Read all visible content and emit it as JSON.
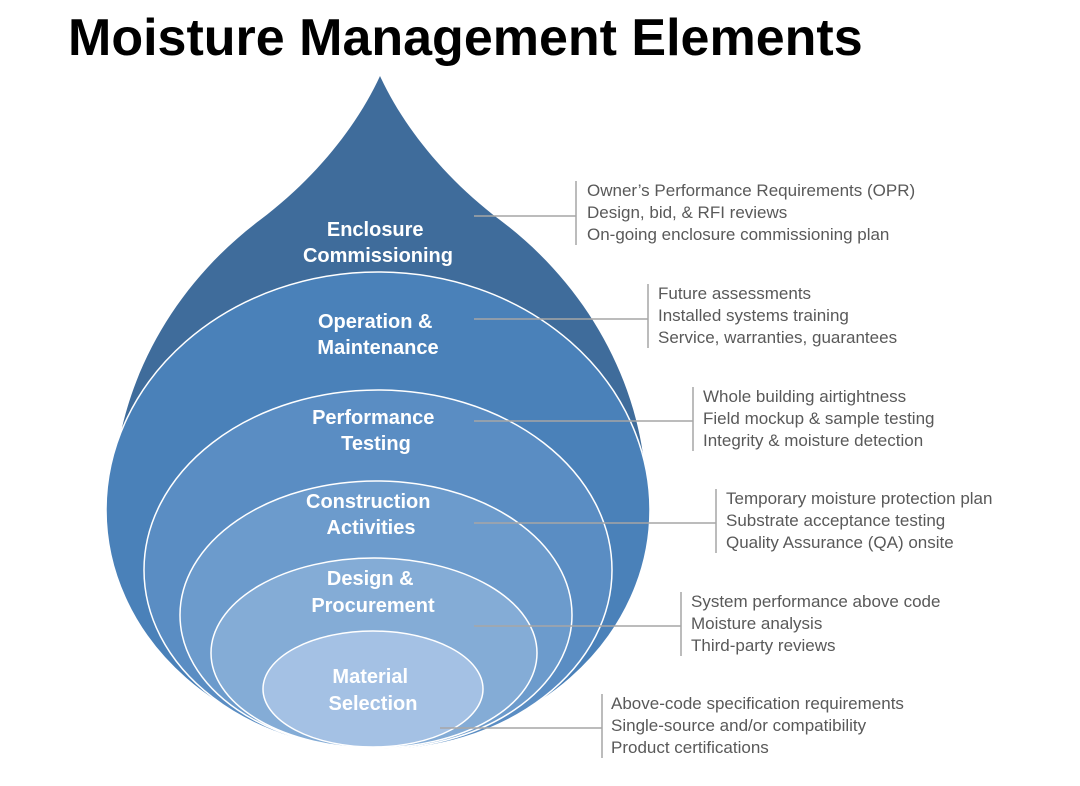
{
  "title": "Moisture Management Elements",
  "colors": {
    "drop": "#3f6c9b",
    "layer_operation": "#4a81b9",
    "layer_performance": "#5a8dc3",
    "layer_construction": "#6c9bcc",
    "layer_design": "#84acd6",
    "layer_material": "#a4c1e4",
    "layer_stroke": "#ffffff",
    "callout_line": "#a6a6a6",
    "callout_text": "#595959"
  },
  "layers": [
    {
      "id": "enclosure-commissioning",
      "label_lines": [
        "Enclosure",
        "Commissioning"
      ],
      "details": [
        "Owner’s Performance Requirements (OPR)",
        "Design, bid, & RFI reviews",
        "On-going enclosure commissioning plan"
      ]
    },
    {
      "id": "operation-maintenance",
      "label_lines": [
        "Operation &",
        "Maintenance"
      ],
      "details": [
        "Future assessments",
        "Installed systems training",
        "Service, warranties, guarantees"
      ]
    },
    {
      "id": "performance-testing",
      "label_lines": [
        "Performance",
        "Testing"
      ],
      "details": [
        "Whole building airtightness",
        "Field mockup & sample testing",
        "Integrity & moisture detection"
      ]
    },
    {
      "id": "construction-activities",
      "label_lines": [
        "Construction",
        "Activities"
      ],
      "details": [
        "Temporary moisture protection plan",
        "Substrate acceptance testing",
        "Quality Assurance (QA) onsite"
      ]
    },
    {
      "id": "design-procurement",
      "label_lines": [
        "Design &",
        "Procurement"
      ],
      "details": [
        "System performance above code",
        "Moisture analysis",
        "Third-party reviews"
      ]
    },
    {
      "id": "material-selection",
      "label_lines": [
        "Material",
        "Selection"
      ],
      "details": [
        "Above-code specification requirements",
        "Single-source and/or compatibility",
        "Product certifications"
      ]
    }
  ]
}
